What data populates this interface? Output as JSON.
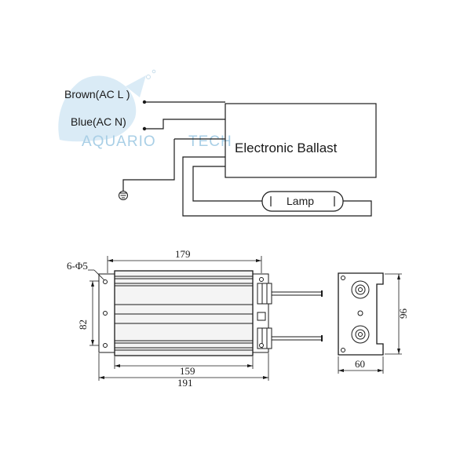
{
  "wiring": {
    "brown_label": "Brown(AC L )",
    "blue_label": "Blue(AC N)",
    "ballast_label": "Electronic Ballast",
    "lamp_label": "Lamp"
  },
  "watermark": {
    "text_left": "AQUARIO",
    "text_right": "TECH",
    "color": "#a9cfe6"
  },
  "dimensions": {
    "holes": "6-Φ5",
    "overall_length_top": "179",
    "height_left": "82",
    "inner_length": "159",
    "overall_length_bottom": "191",
    "side_width": "60",
    "side_height": "96"
  },
  "colors": {
    "line": "#1a1a1a",
    "housing_fill": "#f4f4f4"
  }
}
